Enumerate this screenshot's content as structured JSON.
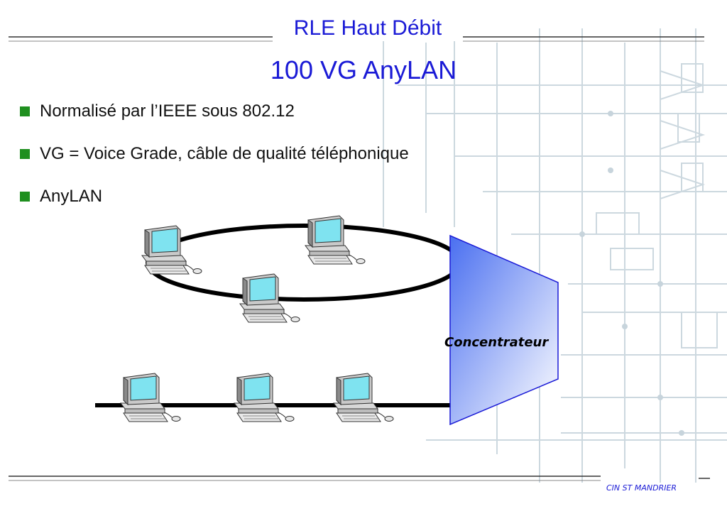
{
  "slide": {
    "header": "RLE Haut Débit",
    "subtitle": "100 VG AnyLAN",
    "bullets": [
      {
        "text": "Normalisé par l’IEEE sous 802.12"
      },
      {
        "text": "VG = Voice Grade, câble de qualité téléphonique"
      },
      {
        "text": "AnyLAN"
      }
    ],
    "concentrator_label": "Concentrateur",
    "footer": "CIN ST MANDRIER"
  },
  "colors": {
    "title": "#1a1ad6",
    "bullet": "#1f8f1f",
    "monitor_screen": "#7fe3f0",
    "hub_fill_start": "#4a6ff0",
    "hub_fill_end": "#ffffff"
  },
  "icons": {
    "computer": "desktop-computer-icon",
    "bullet": "square-bullet-icon"
  }
}
